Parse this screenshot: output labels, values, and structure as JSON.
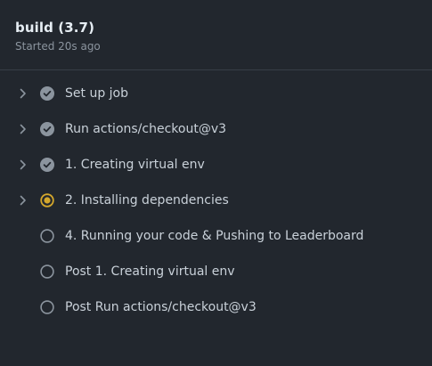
{
  "job": {
    "title": "build (3.7)",
    "subtitle": "Started 20s ago"
  },
  "colors": {
    "background": "#22272e",
    "success": "#8b949e",
    "in_progress": "#d4a72c",
    "queued": "#8b949e"
  },
  "steps": [
    {
      "label": "Set up job",
      "status": "success",
      "icon": "check-circle-icon",
      "expandable": true
    },
    {
      "label": "Run actions/checkout@v3",
      "status": "success",
      "icon": "check-circle-icon",
      "expandable": true
    },
    {
      "label": "1. Creating virtual env",
      "status": "success",
      "icon": "check-circle-icon",
      "expandable": true
    },
    {
      "label": "2. Installing dependencies",
      "status": "in_progress",
      "icon": "in-progress-icon",
      "expandable": true
    },
    {
      "label": "4. Running your code & Pushing to Leaderboard",
      "status": "queued",
      "icon": "queued-circle-icon",
      "expandable": false
    },
    {
      "label": "Post 1. Creating virtual env",
      "status": "queued",
      "icon": "queued-circle-icon",
      "expandable": false
    },
    {
      "label": "Post Run actions/checkout@v3",
      "status": "queued",
      "icon": "queued-circle-icon",
      "expandable": false
    }
  ]
}
